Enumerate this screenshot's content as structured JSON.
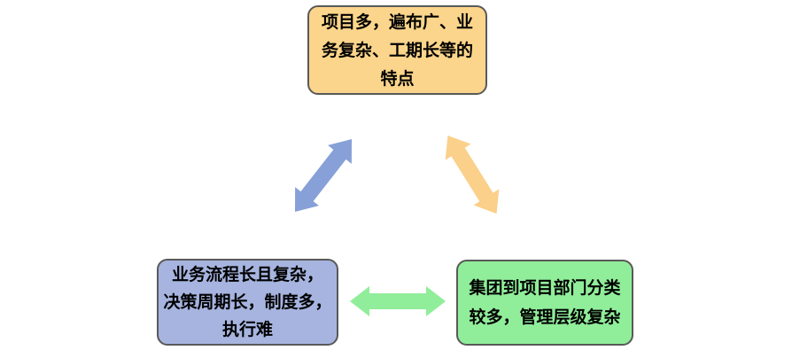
{
  "page": {
    "background_color": "#FFFFFF"
  },
  "diagram": {
    "type": "relationship-diagram",
    "nodes": [
      {
        "id": "top",
        "label": "项目多，遍布广、业务复杂、工期长等的特点",
        "lines": [
          "项目多，遍布广、业",
          "务复杂、工期长等的",
          "特点"
        ],
        "fill": "#FBD58B",
        "border": "#595959",
        "text_color": "#000000"
      },
      {
        "id": "bottom-left",
        "label": "业务流程长且复杂，决策周期长，制度多，执行难",
        "lines": [
          "业务流程长且复杂，",
          "决策周期长，制度多，",
          "执行难"
        ],
        "fill": "#A6B4DF",
        "border": "#595959",
        "text_color": "#000000"
      },
      {
        "id": "bottom-right",
        "label": "集团到项目部门分类较多，管理层级复杂",
        "lines": [
          "集团到项目部门分类",
          "较多，管理层级复杂"
        ],
        "fill": "#90EE9A",
        "border": "#595959",
        "text_color": "#000000"
      }
    ],
    "connectors": [
      {
        "from": "top",
        "to": "bottom-left",
        "shape": "double-headed-arrow",
        "color": "#87A0D8"
      },
      {
        "from": "top",
        "to": "bottom-right",
        "shape": "double-headed-arrow",
        "color": "#FAD08A"
      },
      {
        "from": "bottom-left",
        "to": "bottom-right",
        "shape": "double-headed-arrow",
        "color": "#90EE9A"
      }
    ]
  }
}
